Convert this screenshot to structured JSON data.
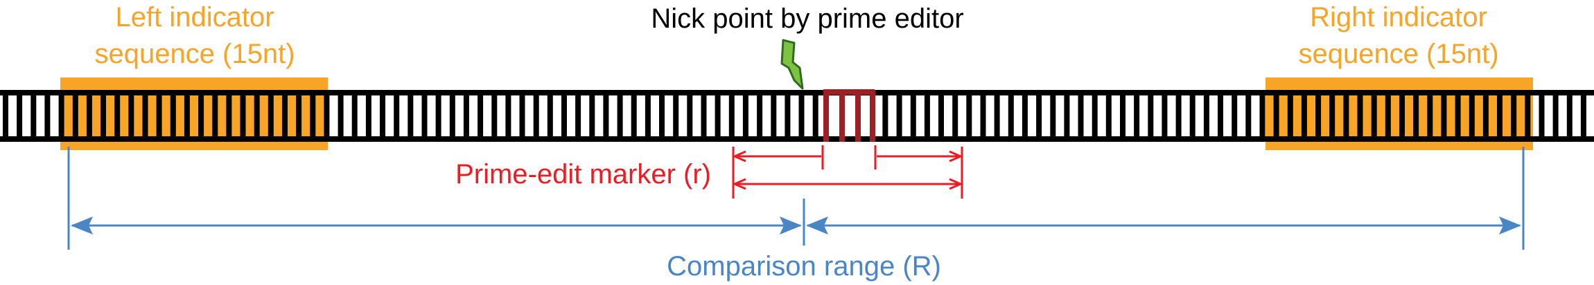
{
  "labels": {
    "nick_point": "Nick point by prime editor",
    "left_indicator_line1": "Left indicator",
    "left_indicator_line2": "sequence (15nt)",
    "right_indicator_line1": "Right indicator",
    "right_indicator_line2": "sequence (15nt)",
    "prime_edit_marker": "Prime-edit marker (r)",
    "comparison_range": "Comparison range (R)"
  },
  "colors": {
    "indicator": "#F7A427",
    "nick_bolt": "#7DC242",
    "marker": "#ED1C24",
    "edit_site": "#9E1F24",
    "comparison": "#4A86C5",
    "strand": "#000000"
  },
  "icons": {
    "nick_point": "lightning-bolt-icon"
  }
}
